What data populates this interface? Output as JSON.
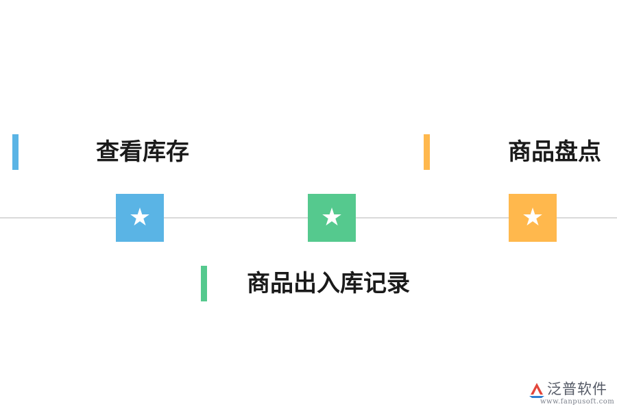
{
  "steps": [
    {
      "title": "查看库存",
      "color": "#5ab4e5",
      "icon": "star-icon",
      "symbol": "★"
    },
    {
      "title": "商品出入库记录",
      "color": "#55c98e",
      "icon": "star-icon",
      "symbol": "★"
    },
    {
      "title": "商品盘点",
      "color": "#ffb84d",
      "icon": "star-icon",
      "symbol": "★"
    }
  ],
  "watermark": {
    "brand": "泛普软件",
    "url": "www.fanpusoft.com",
    "icon": "fanpu-logo-icon"
  }
}
